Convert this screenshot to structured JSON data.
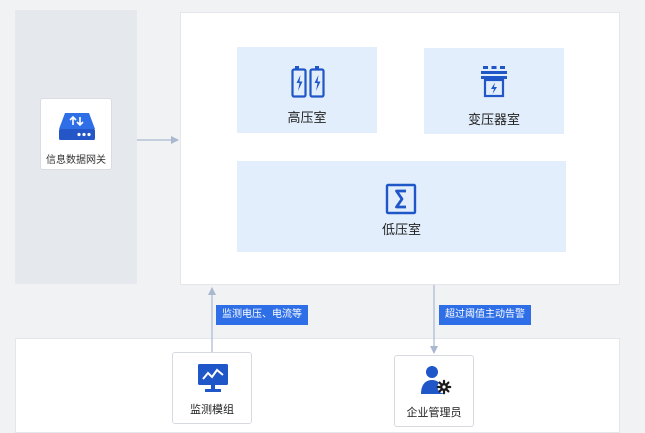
{
  "gateway": {
    "label": "信息数据网关",
    "icon": "network-gateway-icon"
  },
  "rooms": {
    "high": {
      "label": "高压室",
      "icon": "battery-bolt-icon"
    },
    "transformer": {
      "label": "变压器室",
      "icon": "transformer-icon"
    },
    "low": {
      "label": "低压室",
      "icon": "switch-icon"
    }
  },
  "tags": {
    "monitor": "监测电压、电流等",
    "alarm": "超过阈值主动告警"
  },
  "nodes": {
    "monitor": {
      "label": "监测模组",
      "icon": "monitor-chart-icon"
    },
    "admin": {
      "label": "企业管理员",
      "icon": "user-gear-icon"
    }
  },
  "colors": {
    "accent": "#2e6fe8",
    "room_fill": "#e3eefc",
    "arrow": "#a9b8cf"
  }
}
